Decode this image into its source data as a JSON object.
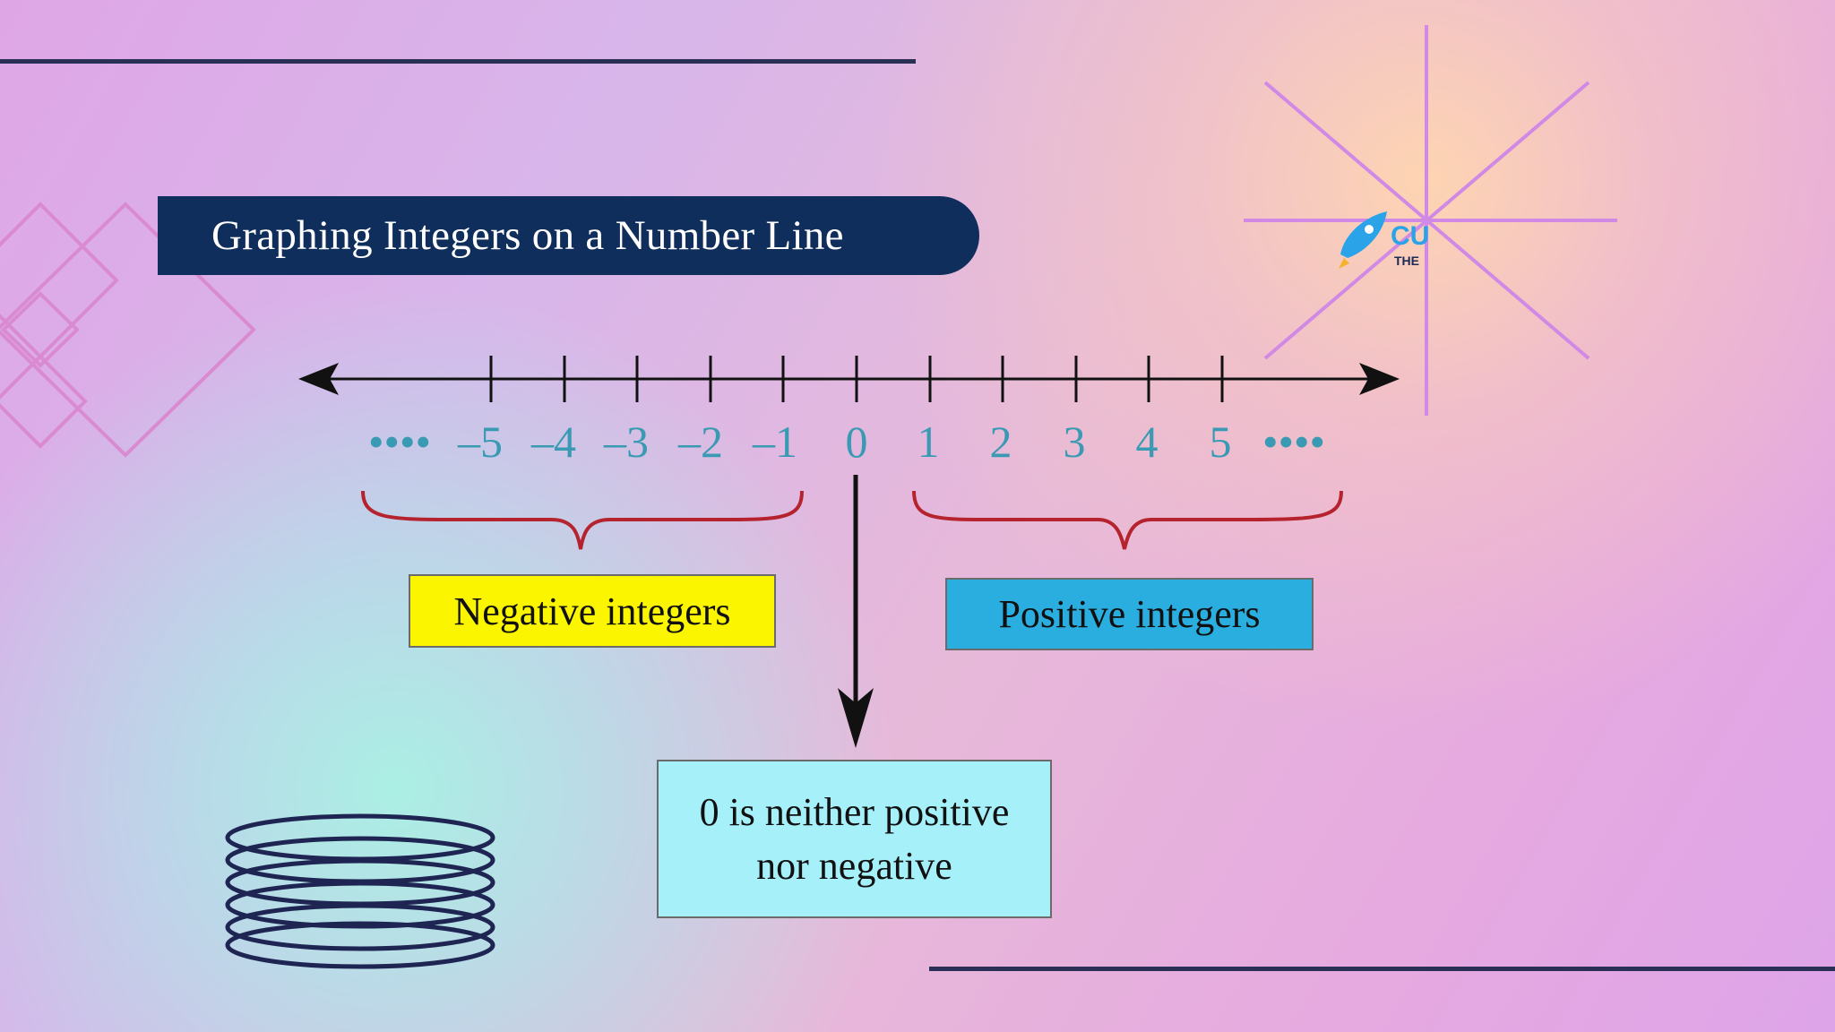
{
  "title": "Graphing Integers on a Number Line",
  "number_line": {
    "negative_labels": [
      "–5",
      "–4",
      "–3",
      "–2",
      "–1"
    ],
    "zero_label": "0",
    "positive_labels": [
      "1",
      "2",
      "3",
      "4",
      "5"
    ],
    "left_ellipsis": "••••",
    "right_ellipsis": "••••"
  },
  "labels": {
    "negative": "Negative integers",
    "positive": "Positive integers",
    "zero_line1": "0 is neither positive",
    "zero_line2": "nor negative"
  },
  "logo": {
    "text_top": "CU",
    "text_bottom": "THE"
  },
  "colors": {
    "banner": "#0f2e5c",
    "negative_box": "#fbf500",
    "positive_box": "#2aaee0",
    "zero_box": "#a6f0fa",
    "brace": "#b5232e",
    "tick_labels": "#3b9ab3",
    "decor_lines": "#2a2f55"
  }
}
